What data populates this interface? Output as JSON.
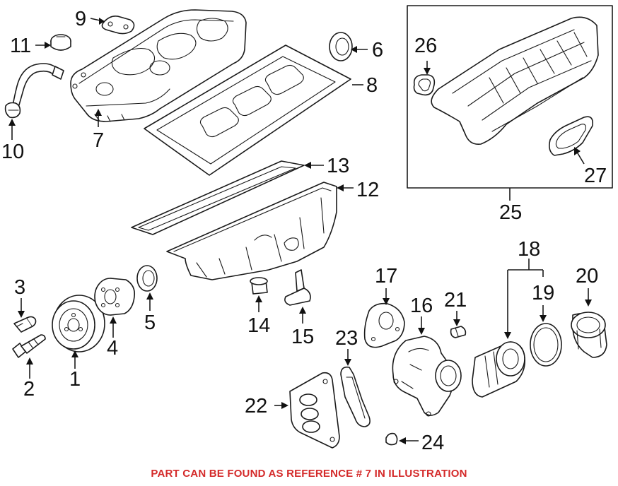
{
  "callouts": {
    "n1": "1",
    "n2": "2",
    "n3": "3",
    "n4": "4",
    "n5": "5",
    "n6": "6",
    "n7": "7",
    "n8": "8",
    "n9": "9",
    "n10": "10",
    "n11": "11",
    "n12": "12",
    "n13": "13",
    "n14": "14",
    "n15": "15",
    "n16": "16",
    "n17": "17",
    "n18": "18",
    "n19": "19",
    "n20": "20",
    "n21": "21",
    "n22": "22",
    "n23": "23",
    "n24": "24",
    "n25": "25",
    "n26": "26",
    "n27": "27"
  },
  "footer": {
    "note": "PART CAN BE FOUND AS REFERENCE # 7 IN ILLUSTRATION",
    "color": "#d42a2a"
  }
}
